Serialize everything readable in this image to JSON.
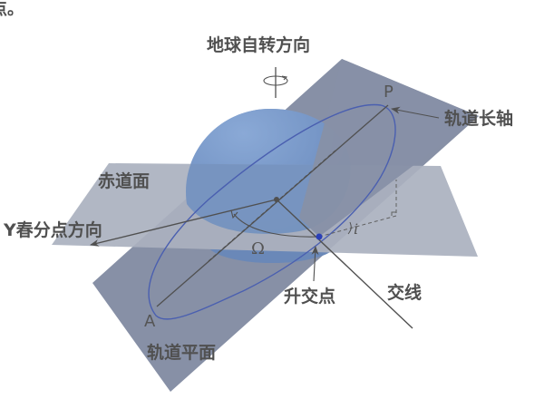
{
  "header": {
    "partial_text": "点。"
  },
  "labels": {
    "rotation_direction": "地球自转方向",
    "major_axis": "轨道长轴",
    "equatorial_plane": "赤道面",
    "vernal_equinox_direction": "Y春分点方向",
    "ascending_node": "升交点",
    "line_of_nodes": "交线",
    "orbital_plane": "轨道平面",
    "perigee": "P",
    "apogee": "A",
    "raan_symbol": "Ω",
    "inclination_symbol": "i"
  },
  "colors": {
    "orbital_plane": "#8790a6",
    "equatorial_plane": "#aab1bf",
    "earth_light": "#86a6d4",
    "earth_dark": "#5f7fae",
    "orbit_line": "#4a5fb0",
    "node_dot": "#2a3fb8",
    "line": "#505050",
    "text": "#505050"
  }
}
